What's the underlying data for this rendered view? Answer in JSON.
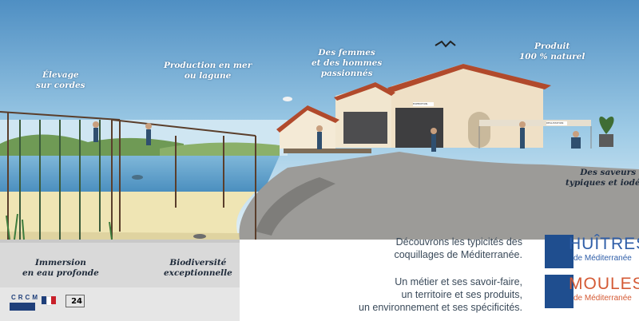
{
  "captions": {
    "elevage": [
      "Élevage",
      "sur cordes"
    ],
    "production": [
      "Production en mer",
      "ou lagune"
    ],
    "femmes": [
      "Des femmes",
      "et des hommes",
      "passionnés"
    ],
    "produit": [
      "Produit",
      "100 % naturel"
    ],
    "saveurs": [
      "Des saveurs",
      "typiques et iodées"
    ],
    "immersion": [
      "Immersion",
      "en eau profonde"
    ],
    "biodiversite": [
      "Biodiversité",
      "exceptionnelle"
    ]
  },
  "message": {
    "intro": [
      "Découvrons les typicités des",
      "coquillages de Méditerranée."
    ],
    "body": [
      "Un métier et ses savoir-faire,",
      "un territoire et ses produits,",
      "un environnement et ses spécificités."
    ]
  },
  "brands": {
    "huitres": {
      "name": "HUÎTRES",
      "sub": "de Méditerranée"
    },
    "moules": {
      "name": "MOULES",
      "sub": "de Méditerranée"
    }
  },
  "logos": {
    "crcm": "CRCM",
    "region_number": "24"
  },
  "signs": {
    "left": "EXPEDITION",
    "right": "DEGUSTATION"
  },
  "colors": {
    "sky": "#cfe6f2",
    "sea": "#6aa9cf",
    "sand": "#efe5b4",
    "rock": "#9c9b98",
    "roof": "#b14a2c",
    "wall": "#efe0c6",
    "oyster_blue": "#2f5ea8",
    "mussel_orange": "#d45a35"
  }
}
